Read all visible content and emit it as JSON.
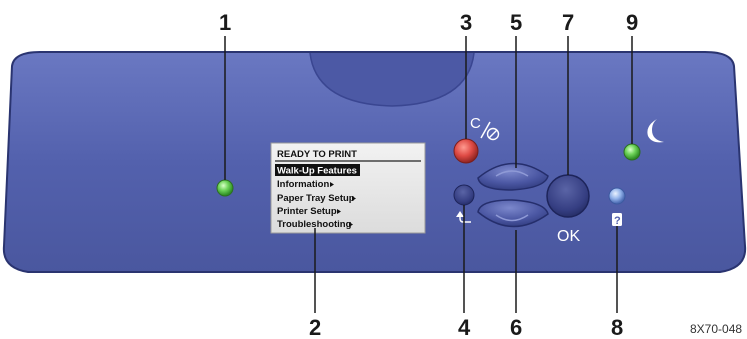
{
  "callouts": [
    "1",
    "2",
    "3",
    "4",
    "5",
    "6",
    "7",
    "8",
    "9"
  ],
  "figure_id": "8X70-048",
  "display": {
    "status": "READY TO PRINT",
    "menu": [
      {
        "label": "Walk-Up Features",
        "selected": true
      },
      {
        "label": "Information",
        "selected": false
      },
      {
        "label": "Paper Tray Setup",
        "selected": false
      },
      {
        "label": "Printer Setup",
        "selected": false
      },
      {
        "label": "Troubleshooting",
        "selected": false
      }
    ]
  },
  "buttons": {
    "ok_label": "OK",
    "cancel_glyph": "C/⊘"
  },
  "colors": {
    "panel": "#5563ad",
    "panel_dark": "#2b3470",
    "ready_led": "#5bd04a",
    "cancel_button": "#d94a45",
    "power_saver_led": "#7fd86a",
    "error_led": "#8fb0e8"
  }
}
